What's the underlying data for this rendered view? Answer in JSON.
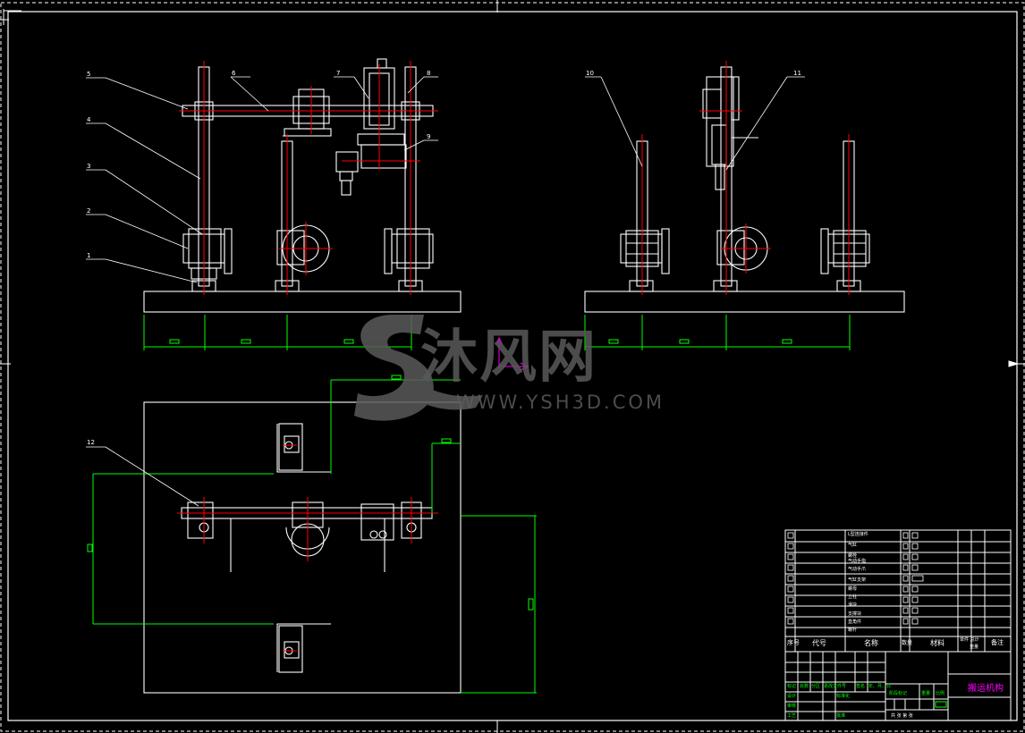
{
  "balloons": [
    "1",
    "2",
    "3",
    "4",
    "5",
    "6",
    "7",
    "8",
    "9",
    "10",
    "11",
    "12"
  ],
  "watermark": {
    "brand_cn": "沐风网",
    "url": "WWW.YSH3D.COM"
  },
  "title_block": {
    "header": {
      "seq": "序号",
      "code": "代号",
      "name": "名称",
      "qty": "数量",
      "material": "材料",
      "weight": "单件 总计",
      "weight_sub": "重量",
      "remark": "备注"
    },
    "drawing_title": "搬运机构",
    "parts": [
      "L型连接件",
      "气缸",
      "螺栓",
      "气动手指",
      "气动手爪",
      "气缸支架",
      "螺母",
      "立柱",
      "滑块",
      "支撑块",
      "直角件",
      "螺杆"
    ],
    "sign_rows": [
      "标记",
      "处数",
      "分区",
      "更改文件号",
      "签名",
      "年、月、日"
    ],
    "roles": [
      "设计",
      "审核",
      "工艺",
      "标准化",
      "批准"
    ],
    "stage": "阶段标记",
    "weight_lbl": "重量",
    "scale_lbl": "比例",
    "sheet": "共 张 第 张"
  },
  "colors": {
    "background": "#000000",
    "line": "#ffffff",
    "centerline": "#ff0000",
    "dimension": "#00ff00",
    "watermark": "#5a5a5a",
    "ucs": "#ff00ff"
  }
}
